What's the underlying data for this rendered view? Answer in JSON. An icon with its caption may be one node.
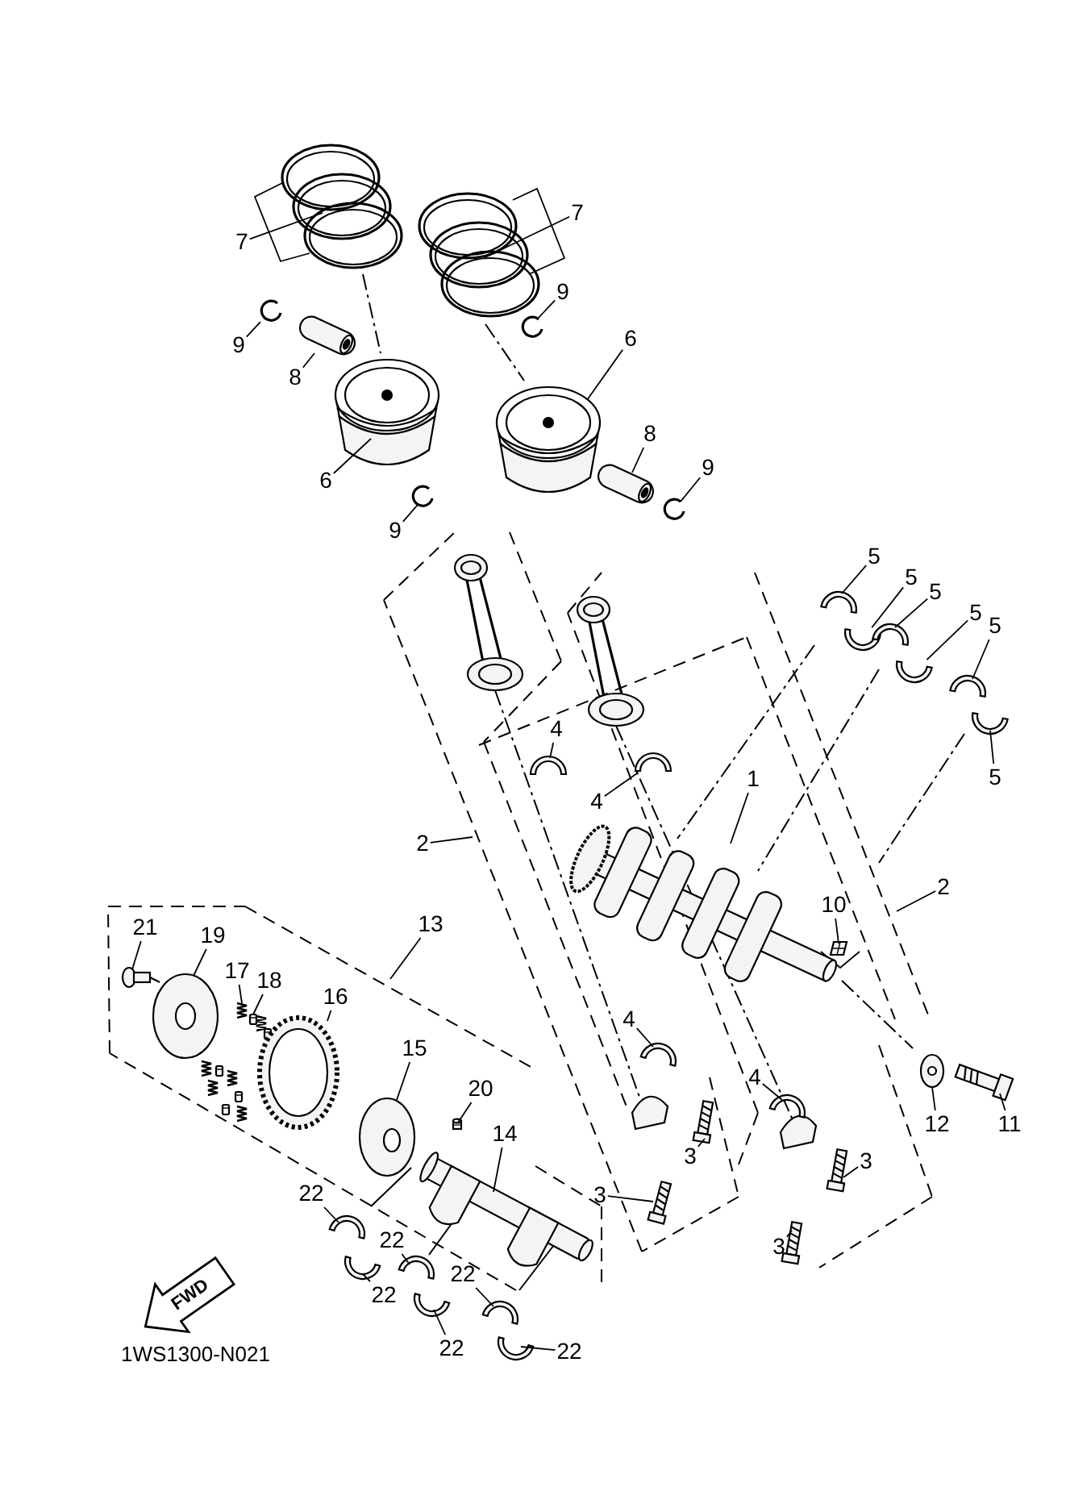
{
  "diagram": {
    "nodes": [
      {
        "text": [
          "7"
        ]
      },
      {
        "text": [
          "7"
        ]
      },
      {
        "text": [
          "9"
        ]
      },
      {
        "text": [
          "9"
        ]
      },
      {
        "text": [
          "8"
        ]
      },
      {
        "text": [
          "6"
        ]
      },
      {
        "text": [
          "6"
        ]
      },
      {
        "text": [
          "8"
        ]
      },
      {
        "text": [
          "9"
        ]
      },
      {
        "text": [
          "9"
        ]
      },
      {
        "text": [
          "5"
        ]
      },
      {
        "text": [
          "5"
        ]
      },
      {
        "text": [
          "5"
        ]
      },
      {
        "text": [
          "5"
        ]
      },
      {
        "text": [
          "5"
        ]
      },
      {
        "text": [
          "5"
        ]
      },
      {
        "text": [
          "4"
        ]
      },
      {
        "text": [
          "4"
        ]
      },
      {
        "text": [
          "1"
        ]
      },
      {
        "text": [
          "2"
        ]
      },
      {
        "text": [
          "2"
        ]
      },
      {
        "text": [
          "10"
        ]
      },
      {
        "text": [
          "13"
        ]
      },
      {
        "text": [
          "21"
        ]
      },
      {
        "text": [
          "19"
        ]
      },
      {
        "text": [
          "17"
        ]
      },
      {
        "text": [
          "18"
        ]
      },
      {
        "text": [
          "16"
        ]
      },
      {
        "text": [
          "15"
        ]
      },
      {
        "text": [
          "20"
        ]
      },
      {
        "text": [
          "14"
        ]
      },
      {
        "text": [
          "4"
        ]
      },
      {
        "text": [
          "4"
        ]
      },
      {
        "text": [
          "12"
        ]
      },
      {
        "text": [
          "11"
        ]
      },
      {
        "text": [
          "3"
        ]
      },
      {
        "text": [
          "3"
        ]
      },
      {
        "text": [
          "3"
        ]
      },
      {
        "text": [
          "3"
        ]
      },
      {
        "text": [
          "22"
        ]
      },
      {
        "text": [
          "22"
        ]
      },
      {
        "text": [
          "22"
        ]
      },
      {
        "text": [
          "22"
        ]
      },
      {
        "text": [
          "22"
        ]
      },
      {
        "text": [
          "22"
        ]
      },
      {
        "text": [],
        "shape": "picture"
      },
      {
        "text": [],
        "shape": "picture"
      },
      {
        "text": [],
        "shape": "picture"
      },
      {
        "text": [],
        "shape": "picture"
      },
      {
        "text": [],
        "shape": "picture"
      },
      {
        "text": [],
        "shape": "picture"
      },
      {
        "text": [],
        "shape": "picture"
      },
      {
        "text": [],
        "shape": "picture"
      },
      {
        "text": [],
        "shape": "picture"
      },
      {
        "text": [],
        "shape": "picture"
      },
      {
        "text": [],
        "shape": "picture"
      },
      {
        "text": [],
        "shape": "picture"
      },
      {
        "text": [],
        "shape": "picture"
      },
      {
        "text": [],
        "shape": "picture"
      },
      {
        "text": [],
        "shape": "picture"
      },
      {
        "text": [],
        "shape": "picture"
      },
      {
        "text": [],
        "shape": "picture"
      },
      {
        "text": [],
        "shape": "picture"
      },
      {
        "text": [],
        "shape": "picture"
      },
      {
        "text": [],
        "shape": "picture"
      },
      {
        "text": [],
        "shape": "picture"
      },
      {
        "text": [],
        "shape": "picture"
      },
      {
        "text": [],
        "shape": "picture"
      },
      {
        "text": [],
        "shape": "picture"
      },
      {
        "text": [],
        "shape": "picture"
      },
      {
        "text": [],
        "shape": "picture"
      },
      {
        "text": [],
        "shape": "picture"
      },
      {
        "text": [],
        "shape": "picture"
      },
      {
        "text": [],
        "shape": "picture"
      },
      {
        "text": [],
        "shape": "picture"
      },
      {
        "text": [],
        "shape": "picture"
      },
      {
        "text": [],
        "shape": "picture"
      },
      {
        "text": [],
        "shape": "picture"
      },
      {
        "text": [],
        "shape": "picture"
      },
      {
        "text": [],
        "shape": "picture"
      },
      {
        "text": [],
        "shape": "picture"
      },
      {
        "text": [],
        "shape": "picture"
      },
      {
        "text": [],
        "shape": "picture"
      },
      {
        "text": [],
        "shape": "picture"
      },
      {
        "text": [],
        "shape": "picture"
      },
      {
        "text": [],
        "shape": "picture"
      },
      {
        "text": [],
        "shape": "picture"
      }
    ],
    "edges": [
      {
        "from": 0,
        "to": 45,
        "arrow": "none"
      },
      {
        "from": 1,
        "to": 46,
        "arrow": "none"
      },
      {
        "from": 2,
        "to": 47,
        "arrow": "none"
      },
      {
        "from": 3,
        "to": 48,
        "arrow": "none"
      },
      {
        "from": 4,
        "to": 49,
        "arrow": "none"
      },
      {
        "from": 5,
        "to": 50,
        "arrow": "none"
      },
      {
        "from": 6,
        "to": 51,
        "arrow": "none"
      },
      {
        "from": 7,
        "to": 52,
        "arrow": "none"
      },
      {
        "from": 8,
        "to": 53,
        "arrow": "none"
      },
      {
        "from": 9,
        "to": 54,
        "arrow": "none"
      },
      {
        "from": 10,
        "to": 55,
        "arrow": "none"
      },
      {
        "from": 11,
        "to": 56,
        "arrow": "none"
      },
      {
        "from": 12,
        "to": 57,
        "arrow": "none"
      },
      {
        "from": 13,
        "to": 58,
        "arrow": "none"
      },
      {
        "from": 14,
        "to": 59,
        "arrow": "none"
      },
      {
        "from": 15,
        "to": 60,
        "arrow": "none"
      },
      {
        "from": 16,
        "to": 61,
        "arrow": "none"
      },
      {
        "from": 17,
        "to": 62,
        "arrow": "none"
      },
      {
        "from": 18,
        "to": 63,
        "arrow": "none"
      },
      {
        "from": 19,
        "to": null,
        "arrow": "none"
      },
      {
        "from": 20,
        "to": null,
        "arrow": "none"
      },
      {
        "from": 21,
        "to": 64,
        "arrow": "none"
      },
      {
        "from": 22,
        "to": null,
        "arrow": "none"
      },
      {
        "from": 23,
        "to": 65,
        "arrow": "none"
      },
      {
        "from": 24,
        "to": 66,
        "arrow": "none"
      },
      {
        "from": 25,
        "to": 67,
        "arrow": "none"
      },
      {
        "from": 26,
        "to": 68,
        "arrow": "none"
      },
      {
        "from": 27,
        "to": 69,
        "arrow": "none"
      },
      {
        "from": 28,
        "to": 70,
        "arrow": "none"
      },
      {
        "from": 29,
        "to": 71,
        "arrow": "none"
      },
      {
        "from": 30,
        "to": 72,
        "arrow": "none"
      },
      {
        "from": 31,
        "to": 73,
        "arrow": "none"
      },
      {
        "from": 32,
        "to": 74,
        "arrow": "none"
      },
      {
        "from": 33,
        "to": 75,
        "arrow": "none"
      },
      {
        "from": 34,
        "to": 76,
        "arrow": "none"
      },
      {
        "from": 35,
        "to": 77,
        "arrow": "none"
      },
      {
        "from": 36,
        "to": 78,
        "arrow": "none"
      },
      {
        "from": 37,
        "to": 79,
        "arrow": "none"
      },
      {
        "from": 38,
        "to": 80,
        "arrow": "none"
      },
      {
        "from": 39,
        "to": 81,
        "arrow": "none"
      },
      {
        "from": 40,
        "to": 82,
        "arrow": "none"
      },
      {
        "from": 41,
        "to": 83,
        "arrow": "none"
      },
      {
        "from": 42,
        "to": 84,
        "arrow": "none"
      },
      {
        "from": 43,
        "to": 85,
        "arrow": "none"
      },
      {
        "from": 44,
        "to": 86,
        "arrow": "none"
      }
    ],
    "labels": [
      "FWD",
      "1WS1300-N021"
    ]
  }
}
